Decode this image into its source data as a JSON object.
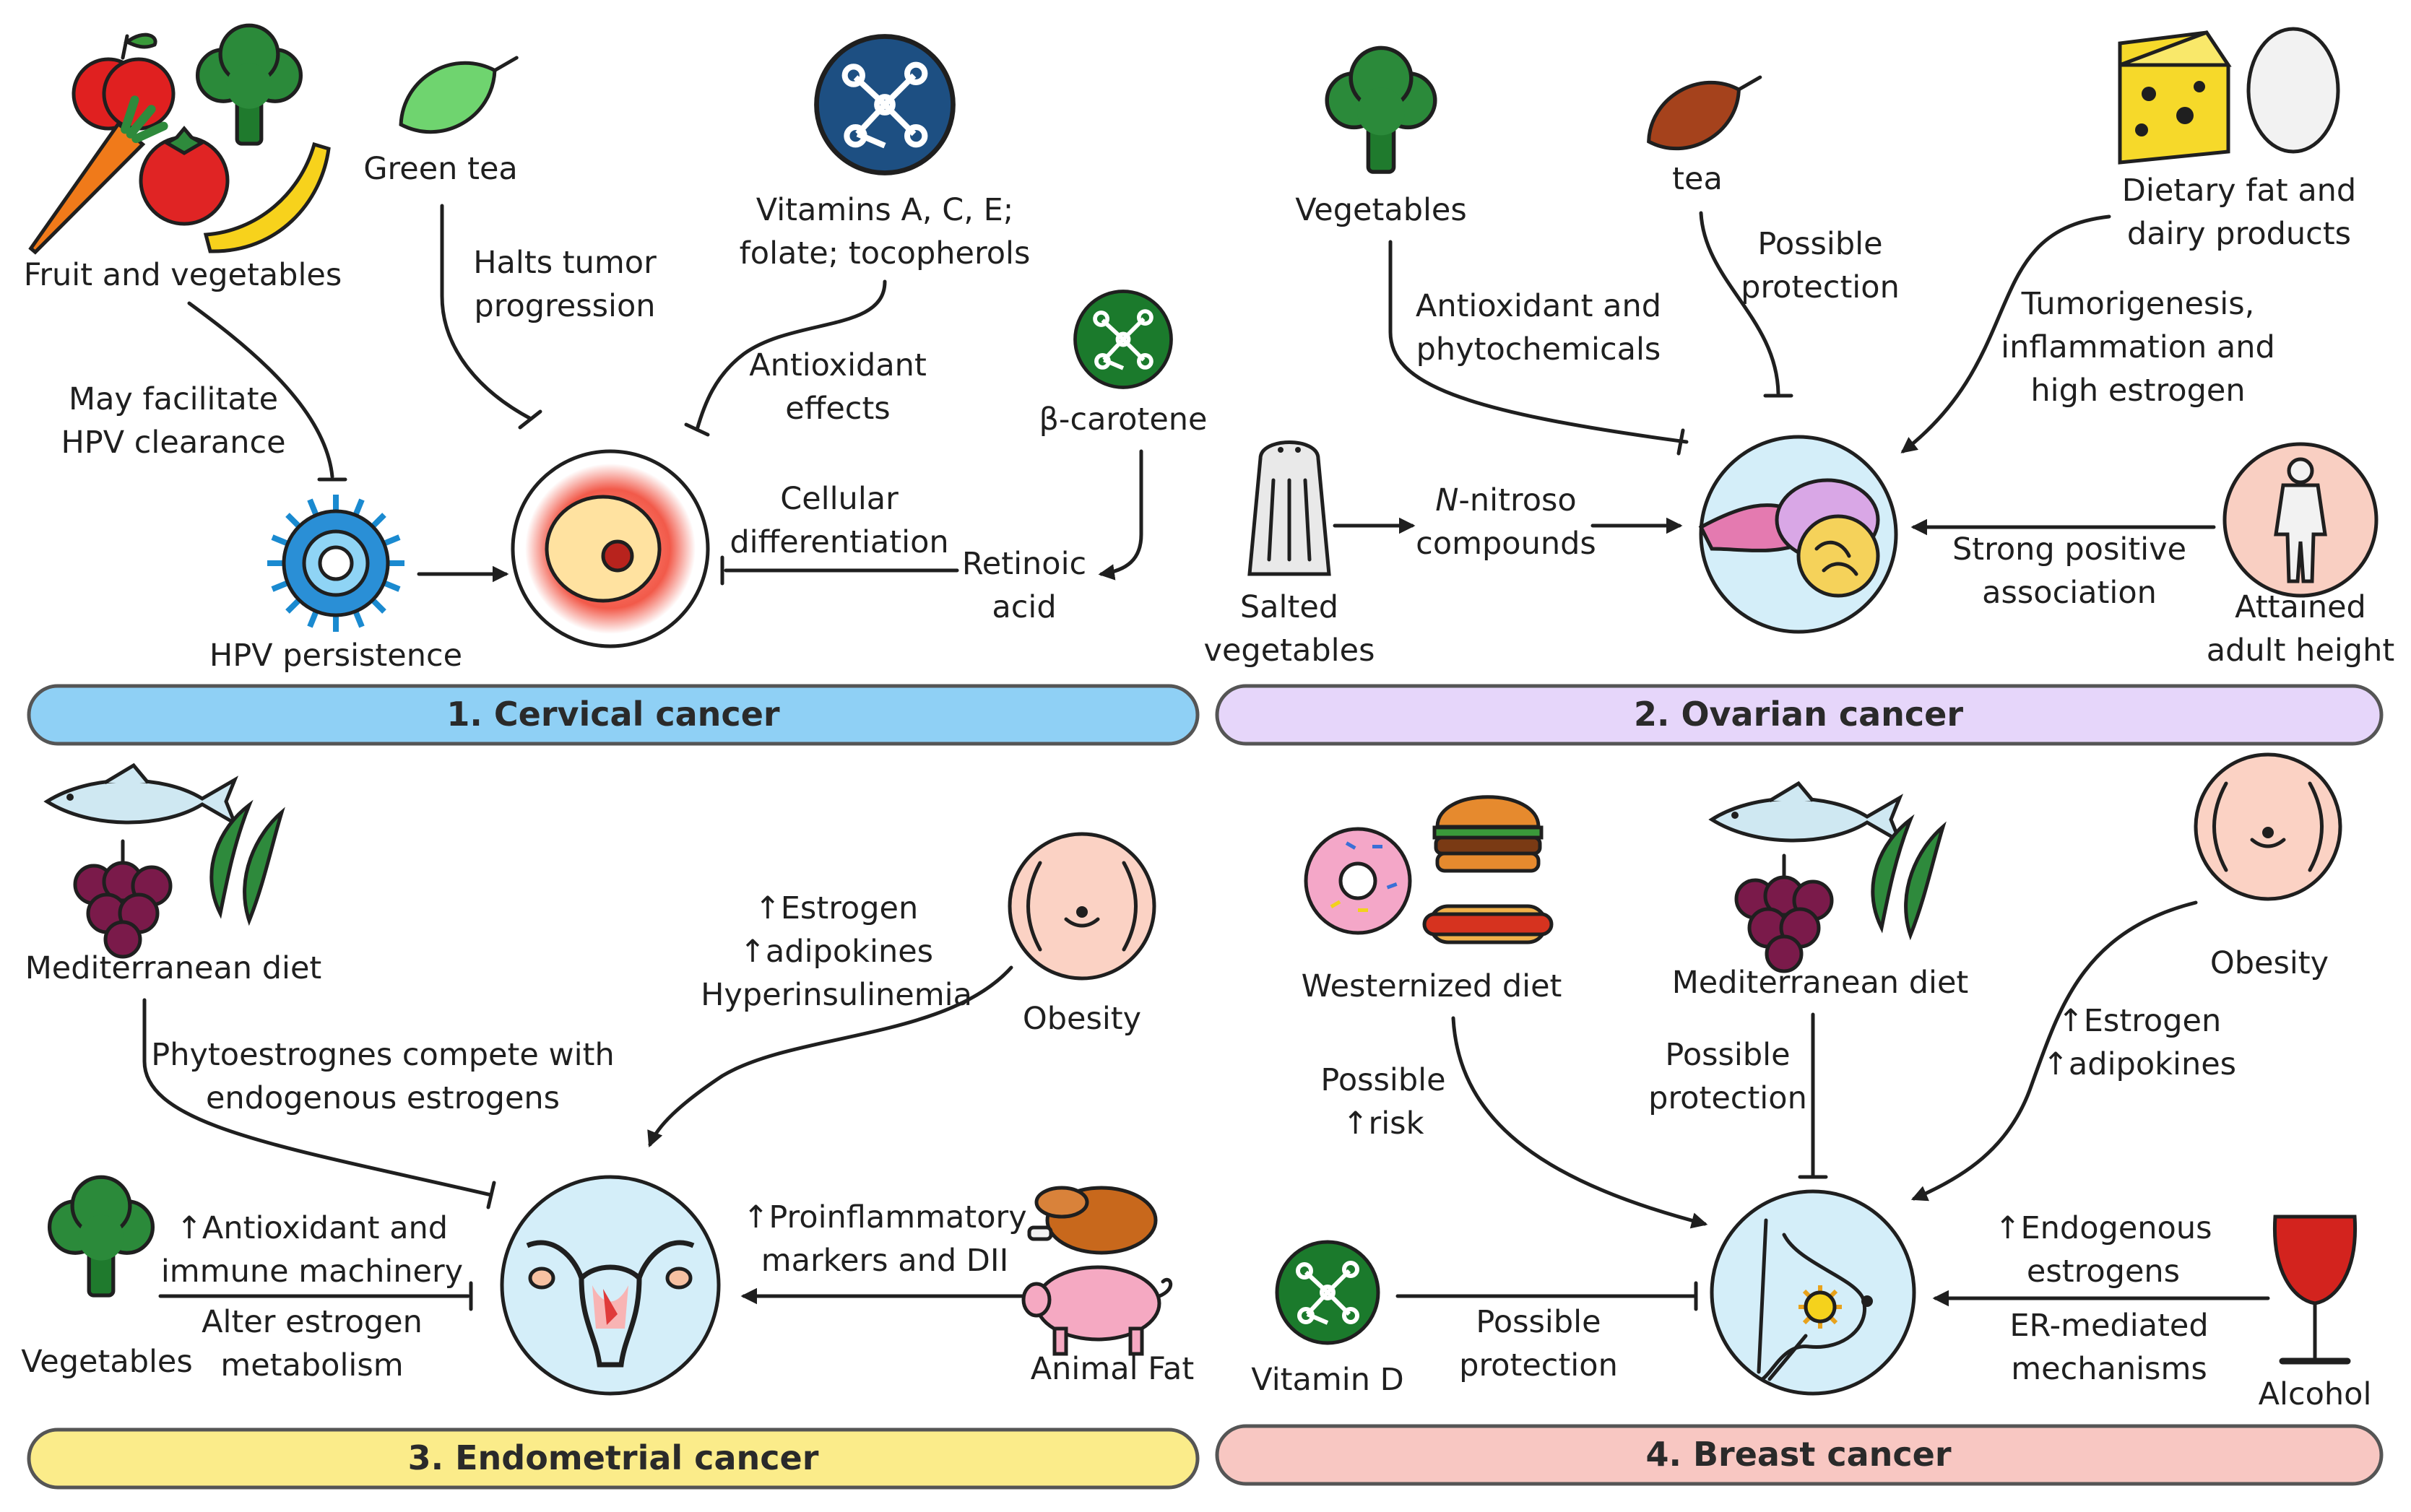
{
  "panels": {
    "cervical": {
      "band": "1. Cervical cancer",
      "band_color": "#8fd0f5",
      "fruit_veg": "Fruit and vegetables",
      "fruit_veg_effect": [
        "May facilitate",
        "HPV clearance"
      ],
      "hpv": "HPV persistence",
      "green_tea": "Green tea",
      "green_tea_effect": [
        "Halts tumor",
        "progression"
      ],
      "vitamins": [
        "Vitamins A, C, E;",
        "folate; tocopherols"
      ],
      "vitamins_effect": [
        "Antioxidant",
        "effects"
      ],
      "beta_carotene": "β-carotene",
      "retinoic": [
        "Retinoic",
        "acid"
      ],
      "retinoic_effect": [
        "Cellular",
        "differentiation"
      ]
    },
    "ovarian": {
      "band": "2. Ovarian cancer",
      "band_color": "#e6d6fa",
      "vegetables": "Vegetables",
      "vegetables_effect": [
        "Antioxidant  and",
        "phytochemicals"
      ],
      "tea": "tea",
      "tea_effect": [
        "Possible",
        "protection"
      ],
      "dairy": [
        "Dietary fat and",
        "dairy products"
      ],
      "dairy_effect": [
        "Tumorigenesis,",
        "inflammation and",
        "high estrogen"
      ],
      "salted": [
        "Salted",
        "vegetables"
      ],
      "nitroso_prefix": "N",
      "nitroso_rest": "-nitroso",
      "nitroso_line2": "compounds",
      "height": [
        "Attained",
        "adult height"
      ],
      "height_effect": [
        "Strong positive",
        "association"
      ]
    },
    "endometrial": {
      "band": "3. Endometrial cancer",
      "band_color": "#fbec8a",
      "med_diet": "Mediterranean diet",
      "med_effect": [
        "Phytoestrognes compete with",
        "endogenous estrogens"
      ],
      "obesity": "Obesity",
      "obesity_effect": [
        "↑Estrogen",
        "↑adipokines",
        "Hyperinsulinemia"
      ],
      "vegetables": "Vegetables",
      "veg_effect": [
        "↑Antioxidant and",
        "immune machinery",
        "Alter estrogen",
        "metabolism"
      ],
      "animal_fat": "Animal Fat",
      "fat_effect": [
        "↑Proinflammatory",
        "markers and DII"
      ]
    },
    "breast": {
      "band": "4. Breast cancer",
      "band_color": "#f8c7c2",
      "western": "Westernized diet",
      "western_effect": [
        "Possible",
        "↑risk"
      ],
      "med_diet": "Mediterranean diet",
      "med_effect": [
        "Possible",
        "protection"
      ],
      "obesity": "Obesity",
      "obesity_effect": [
        "↑Estrogen",
        "↑adipokines"
      ],
      "vitamin_d": "Vitamin D",
      "vitd_effect": [
        "Possible",
        "protection"
      ],
      "alcohol": "Alcohol",
      "alcohol_effect": [
        "↑Endogenous",
        "estrogens",
        "ER-mediated",
        "mechanisms"
      ]
    }
  },
  "colors": {
    "molecule_blue": "#1d4f82",
    "molecule_green": "#1b7a2c",
    "target_circle": "#d4eef9",
    "arrow": "#1f1f1f"
  },
  "icons": [
    "apple-icon",
    "broccoli-icon",
    "carrot-icon",
    "tomato-icon",
    "banana-icon",
    "tea-leaf-icon",
    "molecule-icon",
    "virus-icon",
    "cell-icon",
    "cheese-icon",
    "egg-icon",
    "salt-shaker-icon",
    "ovary-icon",
    "human-figure-icon",
    "fish-icon",
    "grapes-icon",
    "green-beans-icon",
    "belly-icon",
    "uterus-icon",
    "chicken-icon",
    "pig-icon",
    "donut-icon",
    "burger-icon",
    "hotdog-icon",
    "breast-icon",
    "wine-glass-icon"
  ]
}
